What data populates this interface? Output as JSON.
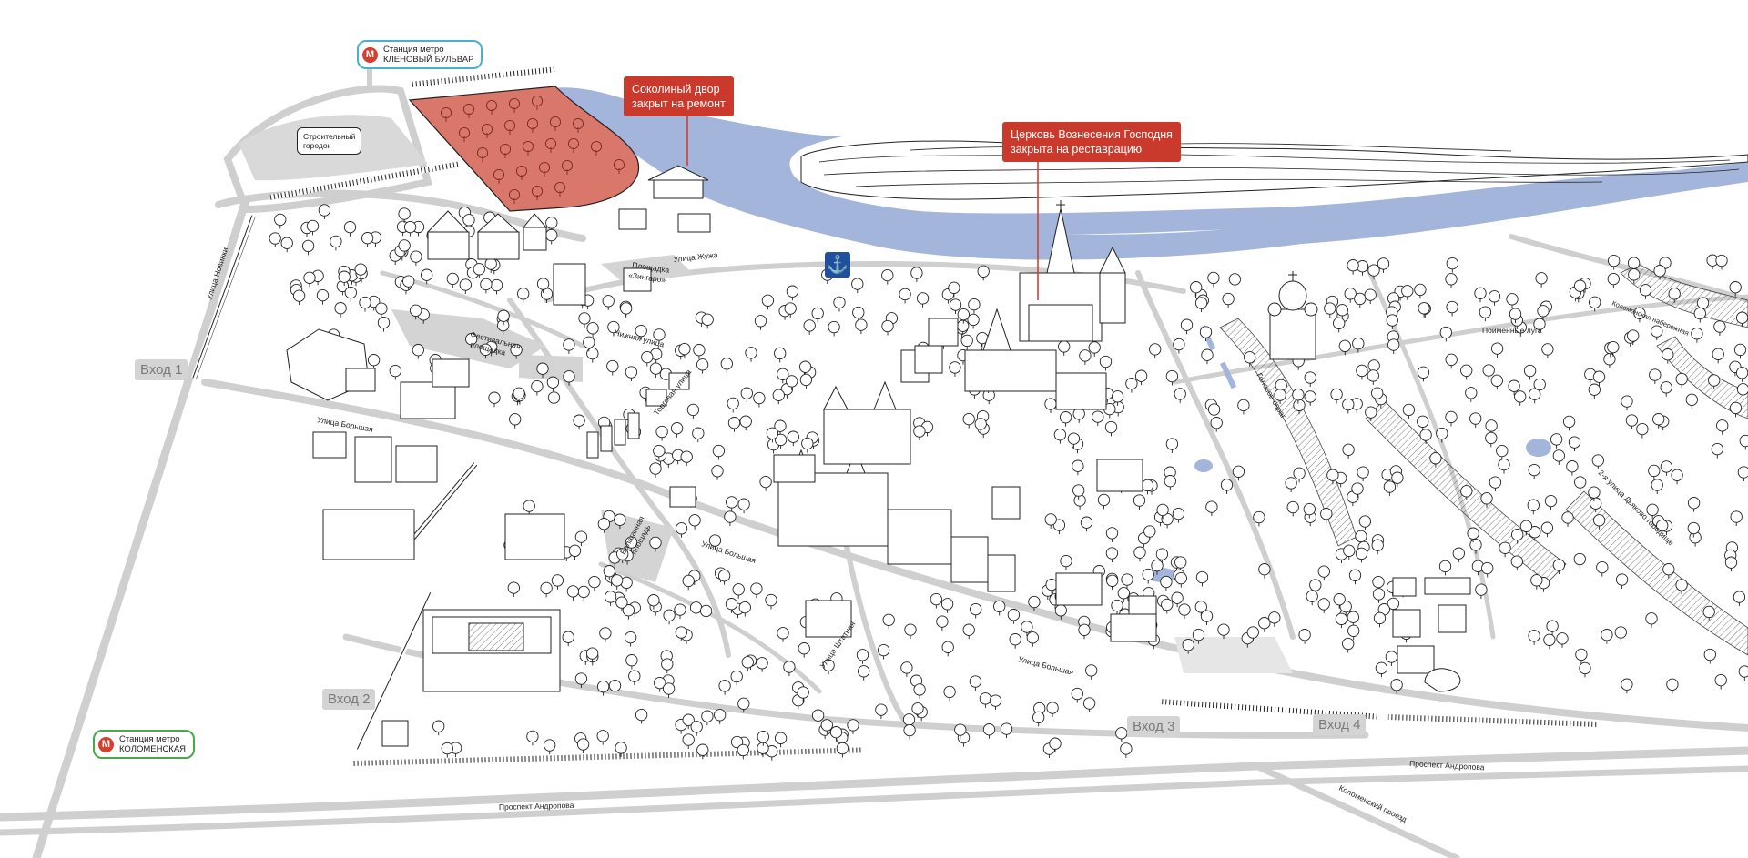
{
  "colors": {
    "river": "#a3b5da",
    "road": "#cfcfcf",
    "closed_area": "#d9776a",
    "callout": "#c9392c",
    "metro_red": "#d3402f",
    "metro_teal_border": "#4ab0c8",
    "metro_green_border": "#4aa84a",
    "anchor_blue": "#1f4f9e",
    "entrance_bg": "#d4d4d4"
  },
  "metro": [
    {
      "icon": "metro-icon",
      "glyph": "М",
      "line1": "Станция метро",
      "line2": "КЛЕНОВЫЙ БУЛЬВАР"
    },
    {
      "icon": "metro-icon",
      "glyph": "М",
      "line1": "Станция метро",
      "line2": "КОЛОМЕНСКАЯ"
    }
  ],
  "callouts": [
    {
      "line1": "Соколиный двор",
      "line2": "закрыт на ремонт"
    },
    {
      "line1": "Церковь Вознесения Господня",
      "line2": "закрыта на реставрацию"
    }
  ],
  "construction": {
    "line1": "Строительный",
    "line2": "городок"
  },
  "pier": {
    "icon": "anchor-icon",
    "glyph": "⚓"
  },
  "entrances": [
    "Вход 1",
    "Вход 2",
    "Вход 3",
    "Вход 4"
  ],
  "streets": {
    "novinki": "Улица Новинки",
    "zhuzha": "Улица Жужа",
    "zingaro1": "Площадка",
    "zingaro2": "«Зингаро»",
    "festival1": "Фестивальная",
    "festival2": "площадка",
    "nizhnyaya": "Нижняя улица",
    "bolshaya1": "Улица Большая",
    "torgovaya": "Торговая улица",
    "balagan1": "Балаганная",
    "balagan2": "площадь",
    "bolshaya2": "Улица Большая",
    "shtatnaya": "Улица Штатная",
    "bolshaya3": "Улица Большая",
    "golosov": "Голосов овраг",
    "poymennye": "Пойменные луга",
    "dyakovo": "2-я улица Дьяково городище",
    "naberezhnaya": "Коломенская набережная",
    "andropova_bottom": "Проспект Андропова",
    "andropova_right": "Проспект Андропова",
    "kolomensky": "Коломенский проезд"
  }
}
